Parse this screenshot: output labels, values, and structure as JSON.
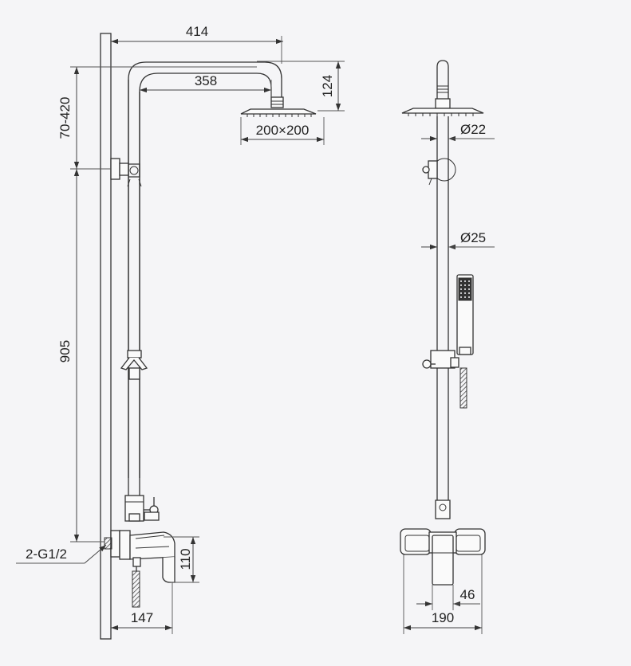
{
  "side_view": {
    "dim_top_width": "414",
    "dim_inner_width": "358",
    "dim_head_drop": "124",
    "dim_head_size": "200×200",
    "dim_adjust_range": "70-420",
    "dim_riser_height": "905",
    "dim_inlet": "2-G1/2",
    "dim_mixer_height": "110",
    "dim_mixer_depth": "147"
  },
  "front_view": {
    "dim_upper_tube": "Ø22",
    "dim_lower_tube": "Ø25",
    "dim_spout_width": "46",
    "dim_mixer_width": "190"
  },
  "colors": {
    "background": "#f5f5f7",
    "line": "#333333"
  }
}
